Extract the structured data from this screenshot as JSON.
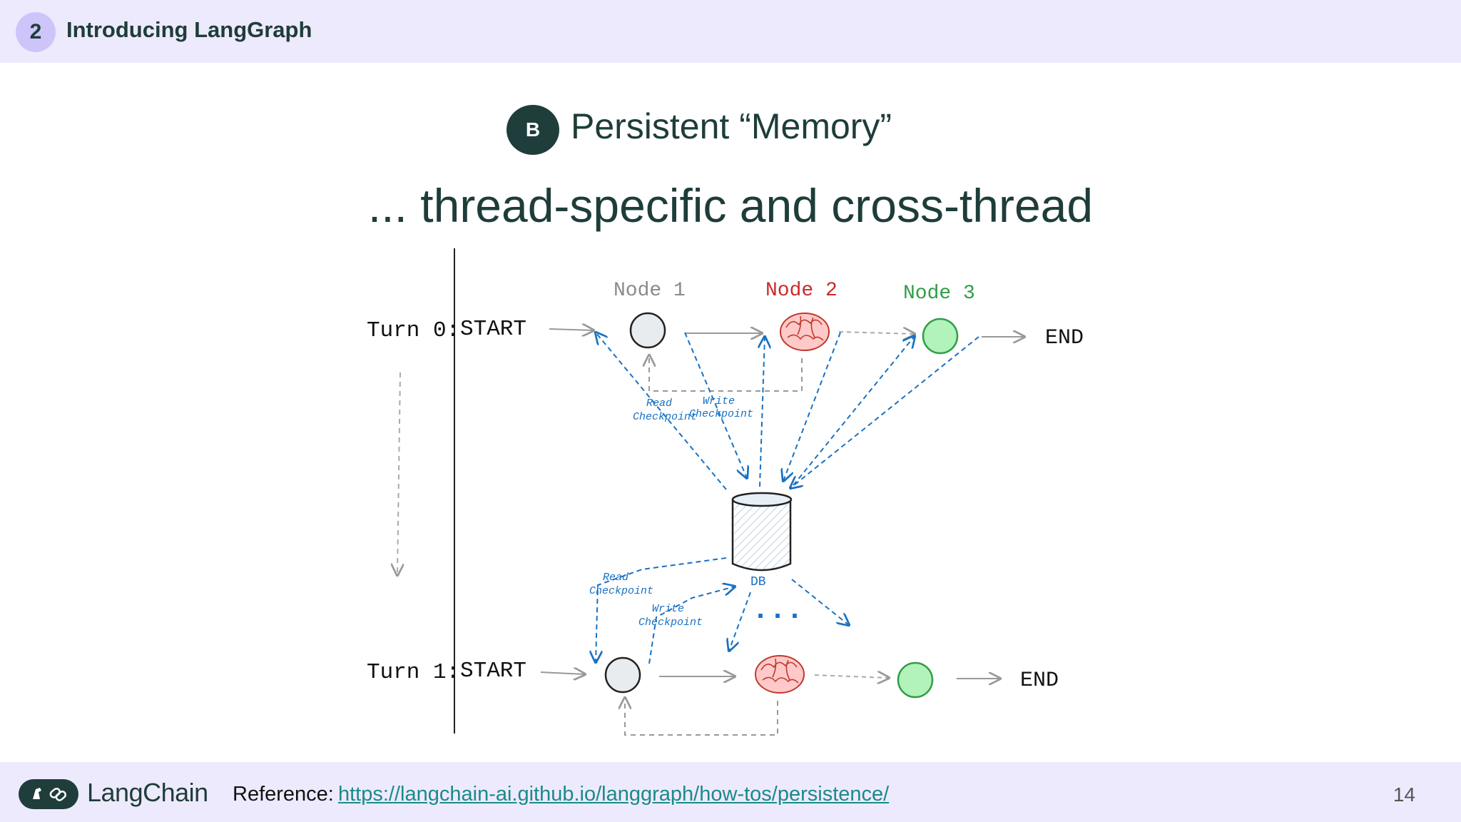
{
  "header": {
    "section_number": "2",
    "section_title": "Introducing LangGraph"
  },
  "slide": {
    "badge": "B",
    "title": "Persistent “Memory”",
    "subtitle": "... thread-specific and cross-thread"
  },
  "diagram": {
    "turn0_label": "Turn 0:",
    "turn1_label": "Turn 1:",
    "start_label": "START",
    "end_label": "END",
    "node1_label": "Node 1",
    "node2_label": "Node 2",
    "node3_label": "Node 3",
    "read_label_1": "Read",
    "checkpoint_label": "Checkpoint",
    "write_label": "Write",
    "db_label": "DB",
    "ellipsis": "...",
    "colors": {
      "node1": "#8a8a8a",
      "node2": "#c92a2a",
      "node3": "#2f9e44",
      "arrow_blue": "#1971c2",
      "green_fill": "#b2f2bb"
    }
  },
  "footer": {
    "logo_text": "LangChain",
    "reference_label": "Reference:",
    "reference_url": "https://langchain-ai.github.io/langgraph/how-tos/persistence/",
    "page_number": "14"
  }
}
